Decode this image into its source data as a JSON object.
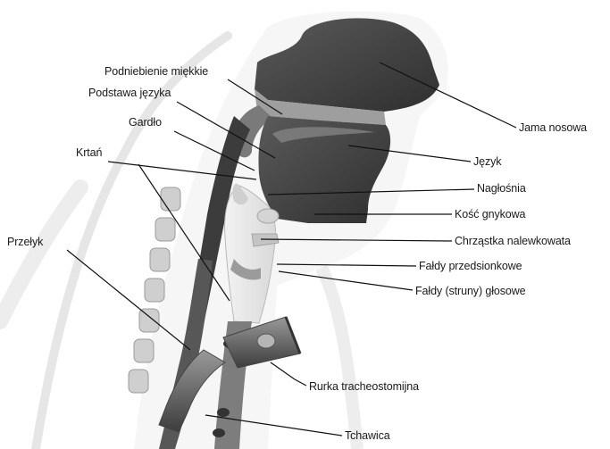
{
  "labels": {
    "podniebienie": "Podniebienie miękkie",
    "podstawa": "Podstawa języka",
    "gardlo": "Gardło",
    "krtan": "Krtań",
    "przelyk": "Przełyk",
    "jama": "Jama nosowa",
    "jezyk": "Język",
    "naglosnia": "Nagłośnia",
    "kosc": "Kość gnykowa",
    "chrzastka": "Chrząstka nalewkowata",
    "faldy_przed": "Fałdy przedsionkowe",
    "faldy_glos": "Fałdy (struny) głosowe",
    "rurka": "Rurka tracheostomijna",
    "tchawica": "Tchawica"
  }
}
